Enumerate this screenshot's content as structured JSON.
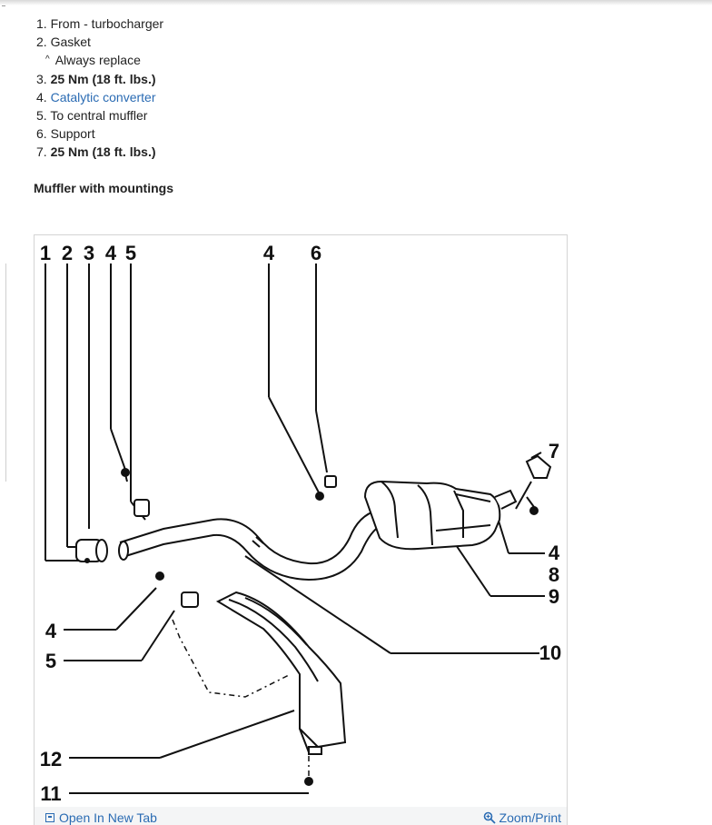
{
  "steps": [
    {
      "num": "1.",
      "text": "From - turbocharger"
    },
    {
      "num": "2.",
      "text": "Gasket"
    },
    {
      "caret": "^",
      "text": "Always replace"
    },
    {
      "num": "3.",
      "text": "25 Nm (18 ft. lbs.)"
    },
    {
      "num": "4.",
      "text": "Catalytic converter"
    },
    {
      "num": "5.",
      "text": "To central muffler"
    },
    {
      "num": "6.",
      "text": "Support"
    },
    {
      "num": "7.",
      "text": "25 Nm (18 ft. lbs.)"
    }
  ],
  "section_title": "Muffler with mountings",
  "diagram": {
    "callouts": [
      "1",
      "2",
      "3",
      "4",
      "5",
      "4",
      "6",
      "7",
      "4",
      "8",
      "9",
      "10",
      "4",
      "5",
      "12",
      "11"
    ]
  },
  "figure_bar": {
    "open_label": "Open In New Tab",
    "zoom_label": "Zoom/Print",
    "open_icon": "open-in-new-tab-icon",
    "zoom_icon": "magnifier-icon"
  },
  "colors": {
    "link": "#2a6bb3",
    "bar_bg": "#f4f5f6"
  }
}
